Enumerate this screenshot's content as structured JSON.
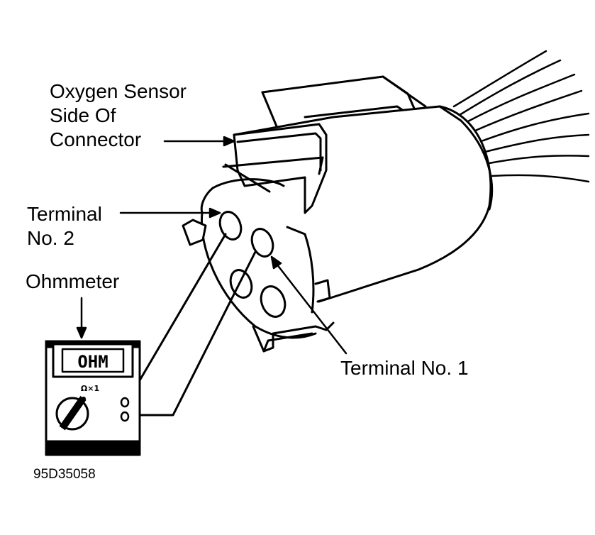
{
  "labels": {
    "sensor_side": [
      "Oxygen Sensor",
      "Side Of",
      "Connector"
    ],
    "terminal_2": [
      "Terminal",
      "No. 2"
    ],
    "ohmmeter": "Ohmmeter",
    "terminal_1": "Terminal No. 1"
  },
  "meter": {
    "display_text": "OHM",
    "range_label": "Ω×1"
  },
  "figure_code": "95D35058",
  "colors": {
    "ink": "#000000",
    "paper": "#ffffff"
  }
}
